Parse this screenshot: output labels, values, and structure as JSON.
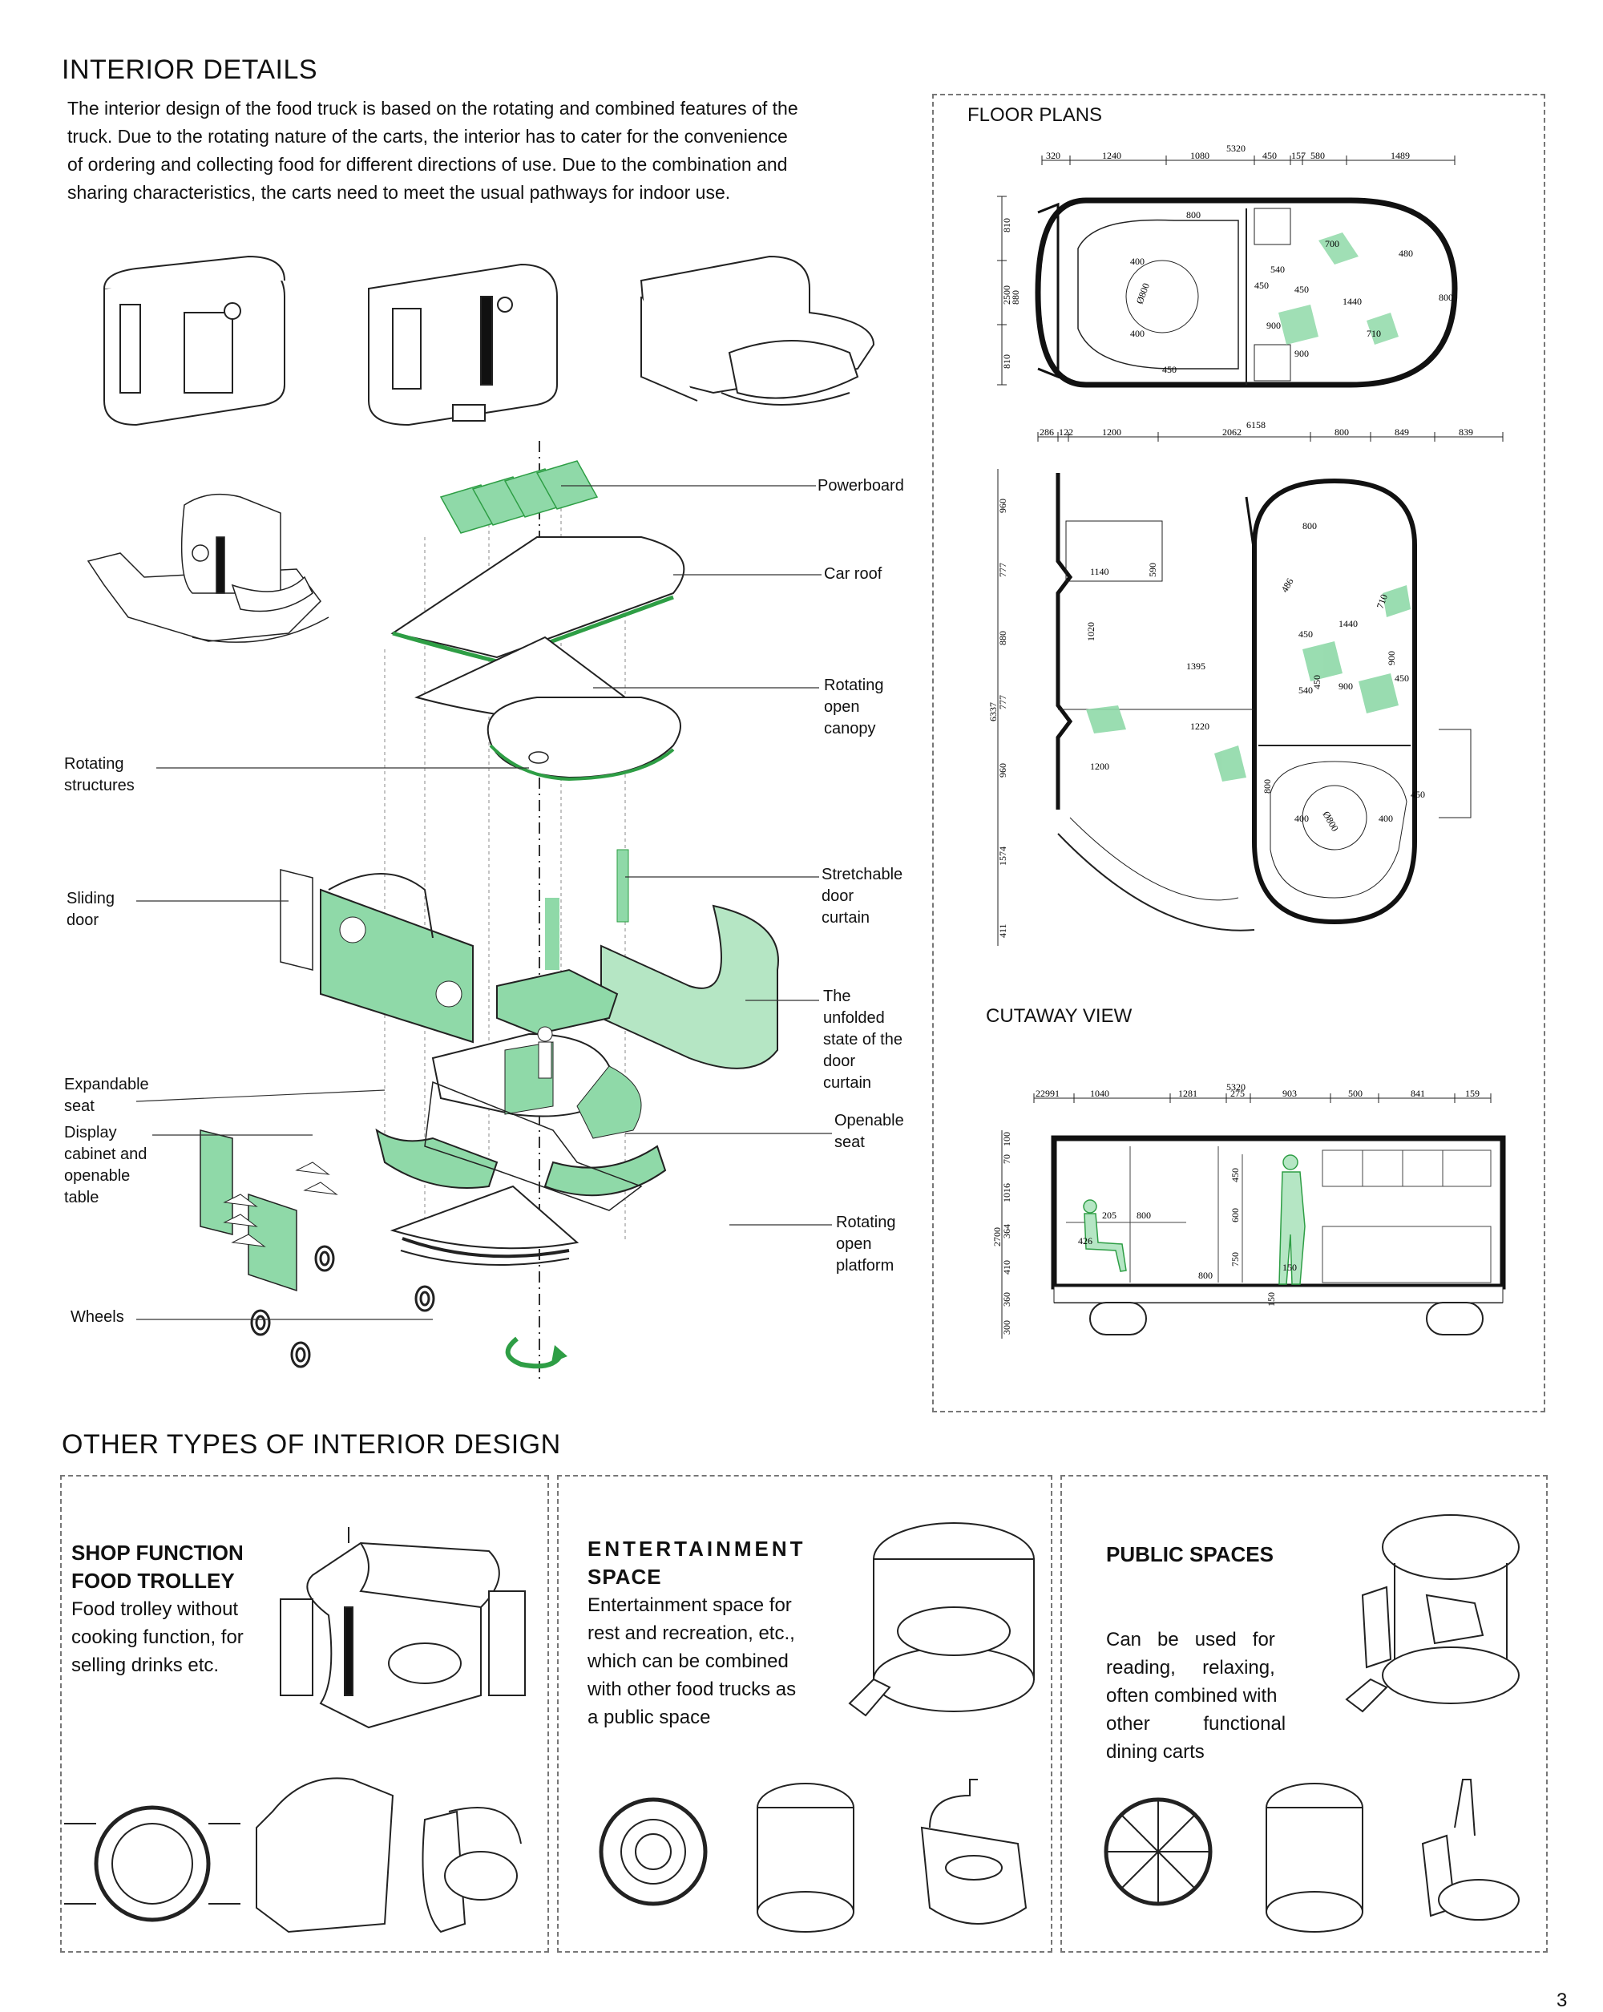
{
  "interior": {
    "title": "INTERIOR DETAILS",
    "intro": [
      "The interior design of the food truck is based on the rotating and combined features of the",
      "truck. Due to the rotating nature of the carts, the interior has to cater for the convenience",
      "of ordering and collecting food for different directions of use. Due to the combination and",
      "sharing characteristics, the carts need to meet the usual pathways for indoor use."
    ],
    "labels_right": [
      [
        "Powerboard"
      ],
      [
        "Car roof"
      ],
      [
        "Rotating",
        "open",
        "canopy"
      ],
      [
        "Stretchable",
        "door",
        "curtain"
      ],
      [
        "The",
        "unfolded",
        "state of the",
        "door",
        "curtain"
      ],
      [
        "Openable",
        "seat"
      ],
      [
        "Rotating",
        "open",
        "platform"
      ]
    ],
    "labels_left": [
      [
        "Rotating",
        "structures"
      ],
      [
        "Sliding",
        "door"
      ],
      [
        "Expandable",
        "seat"
      ],
      [
        "Display",
        "cabinet and",
        "openable",
        "table"
      ],
      [
        "Wheels"
      ]
    ]
  },
  "plans": {
    "floor_title": "FLOOR PLANS",
    "cutaway_title": "CUTAWAY VIEW",
    "plan1_total": "5320",
    "plan1_dims": [
      "320",
      "1240",
      "1080",
      "450",
      "157",
      "580",
      "1489"
    ],
    "plan1_left": [
      "810",
      "2500",
      "880",
      "810"
    ],
    "plan1_inner": [
      "800",
      "700",
      "480",
      "400",
      "Ø800",
      "540",
      "450",
      "450",
      "1440",
      "800",
      "400",
      "900",
      "710",
      "450",
      "900"
    ],
    "plan2_total": "6158",
    "plan2_dims": [
      "286",
      "122",
      "1200",
      "2062",
      "800",
      "849",
      "839"
    ],
    "plan2_left": [
      "960",
      "777",
      "880",
      "777",
      "6337",
      "960",
      "1574",
      "411"
    ],
    "plan2_inner": [
      "800",
      "1140",
      "590",
      "486",
      "710",
      "450",
      "1440",
      "1020",
      "1395",
      "540",
      "450",
      "900",
      "450",
      "900",
      "1220",
      "1200",
      "800",
      "Ø800",
      "400",
      "400",
      "450"
    ],
    "cut_total": "5320",
    "cut_dims": [
      "22991",
      "1040",
      "1281",
      "275",
      "903",
      "500",
      "841",
      "159"
    ],
    "cut_left": [
      "100",
      "70",
      "1016",
      "364",
      "2700",
      "410",
      "360",
      "300"
    ],
    "cut_inner": [
      "205",
      "800",
      "426",
      "450",
      "600",
      "750",
      "800",
      "150",
      "150"
    ]
  },
  "other": {
    "title": "OTHER TYPES OF INTERIOR DESIGN",
    "shop": {
      "title": [
        "SHOP  FUNCTION",
        "FOOD TROLLEY"
      ],
      "text": [
        "Food trolley without",
        "cooking function, for",
        "selling drinks etc."
      ]
    },
    "ent": {
      "title": [
        "ENTERTAINMENT",
        "SPACE"
      ],
      "text": [
        "Entertainment space for",
        "rest and recreation, etc.,",
        "which can be combined",
        "with other food trucks as",
        "a public space"
      ]
    },
    "pub": {
      "title": [
        "PUBLIC SPACES"
      ],
      "text": [
        "Can   be   used   for",
        "reading,     relaxing,",
        "often combined with",
        "other          functional",
        "dining carts"
      ]
    }
  },
  "page_number": "3",
  "colors": {
    "accent_green": "#8fd9a8",
    "line_green": "#2e9e45",
    "ink": "#111111",
    "dash": "#777777"
  }
}
